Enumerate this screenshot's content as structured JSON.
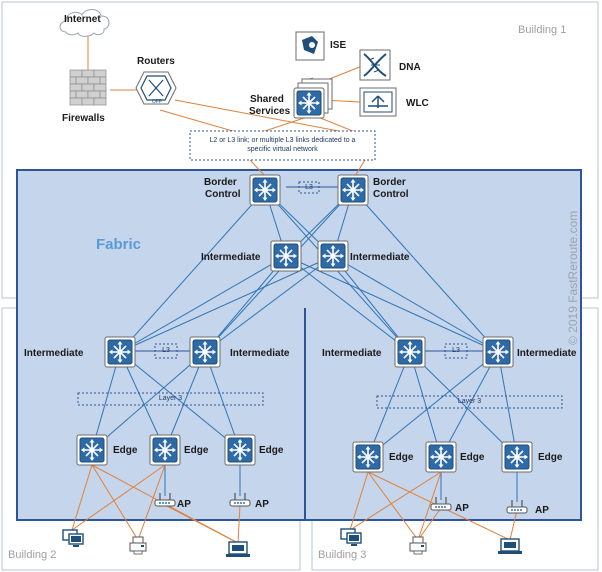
{
  "buildings": [
    "Building 1",
    "Building 2",
    "Building 3"
  ],
  "fabric_label": "Fabric",
  "top": {
    "internet": "Internet",
    "firewalls": "Firewalls",
    "routers": "Routers",
    "router_badge": "OFP",
    "shared_services": [
      "Shared",
      "Services"
    ],
    "ise": "ISE",
    "dna": "DNA",
    "wlc": "WLC"
  },
  "link_note": [
    "L2 or L3 link; or multiple L3 links dedicated to a",
    "specific virtual network"
  ],
  "border": [
    "Border",
    "Control"
  ],
  "l3": "L3",
  "layer3": "Layer 3",
  "intermediate": "Intermediate",
  "edge": "Edge",
  "ap": "AP",
  "copyright": "© 2019 FastReroute.com",
  "colors": {
    "fabric_fill": "#c5d5ec",
    "fabric_border": "#2e5597",
    "link_blue": "#2e75b6",
    "link_orange": "#e0813a",
    "device_fill": "#1f4e79"
  }
}
